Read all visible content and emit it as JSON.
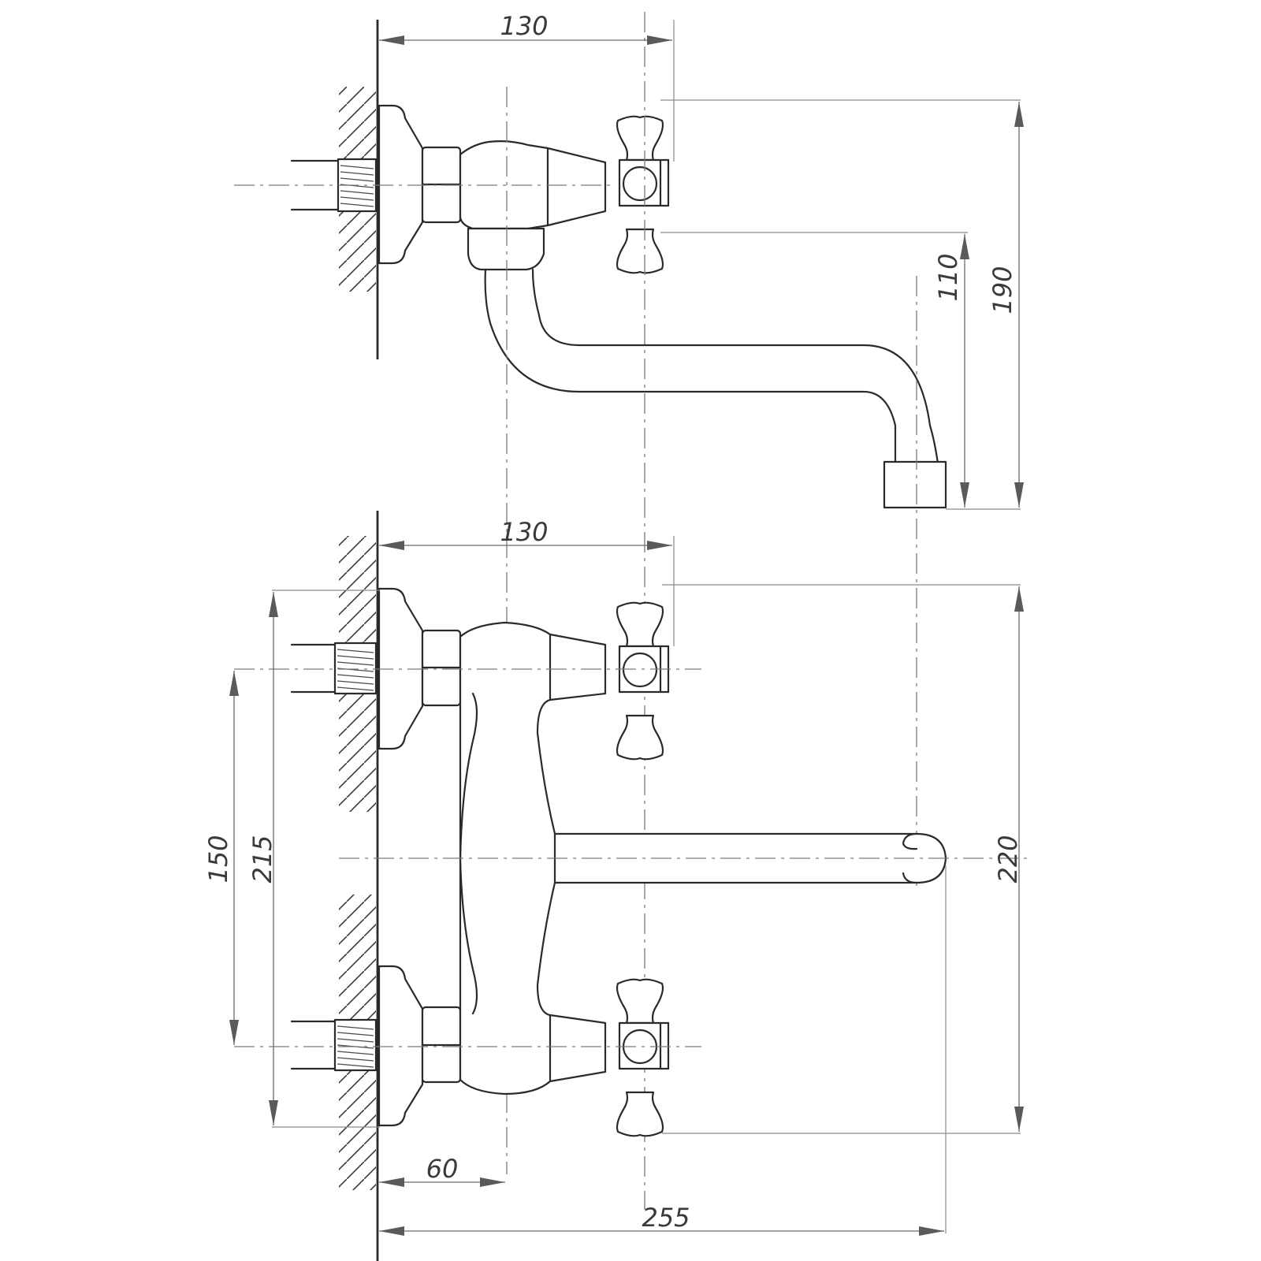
{
  "dimensions": {
    "top_width": "130",
    "top_height_outlet": "110",
    "top_height_total": "190",
    "bottom_width": "130",
    "inlet_spacing": "150",
    "escutcheon_span": "215",
    "total_height": "220",
    "axis_offset": "60",
    "spout_reach": "255"
  }
}
